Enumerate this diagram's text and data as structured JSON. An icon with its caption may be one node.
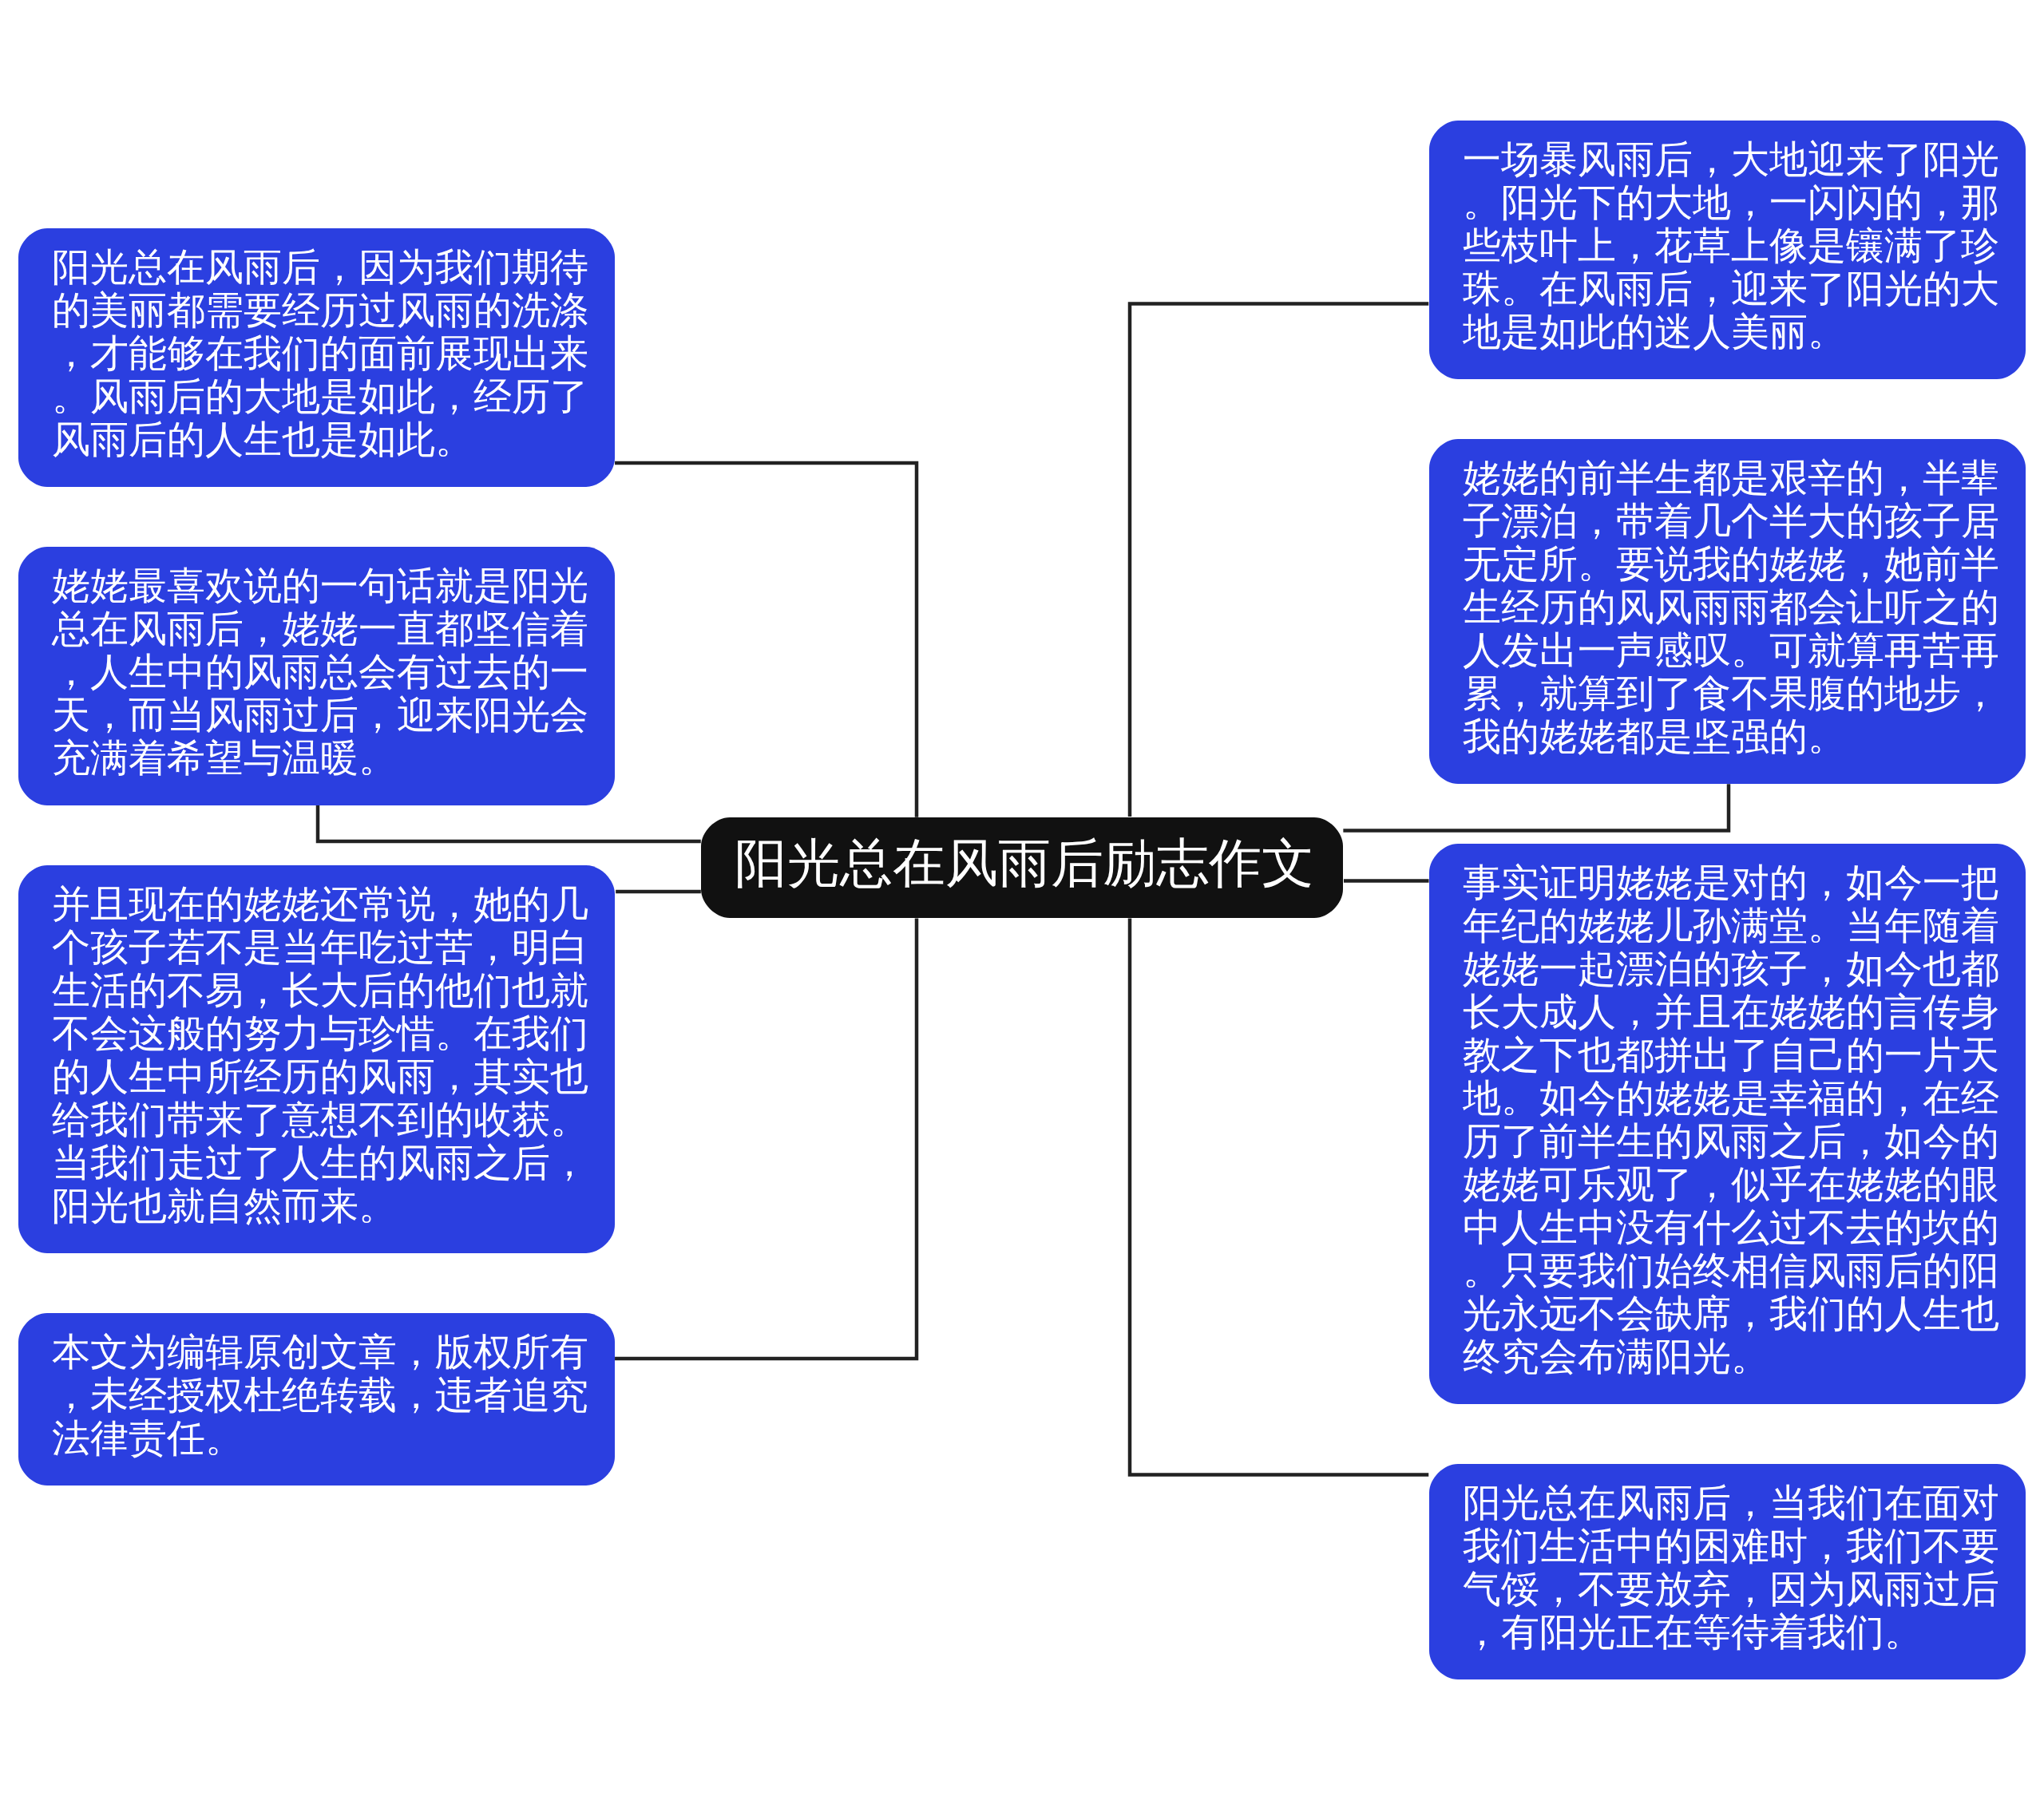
{
  "diagram": {
    "nodes": [
      {
        "text": [
          "阳光总在风雨后励志作文"
        ]
      },
      {
        "text": [
          "阳光总在风雨后，因为我们期待的美丽都需要经历过风雨的洗涤，才能够在我们的面前展现出来。风雨后的大地是如此，经历了风雨后的人生也是如此。"
        ]
      },
      {
        "text": [
          "姥姥最喜欢说的一句话就是阳光总在风雨后，姥姥一直都坚信着，人生中的风雨总会有过去的一天，而当风雨过后，迎来阳光会充满着希望与温暖。"
        ]
      },
      {
        "text": [
          "并且现在的姥姥还常说，她的几个孩子若不是当年吃过苦，明白生活的不易，长大后的他们也就不会这般的努力与珍惜。在我们的人生中所经历的风雨，其实也给我们带来了意想不到的收获。当我们走过了人生的风雨之后，阳光也就自然而来。"
        ]
      },
      {
        "text": [
          "本文为编辑原创文章，版权所有，未经授权杜绝转载，违者追究法律责任。"
        ]
      },
      {
        "text": [
          "一场暴风雨后，大地迎来了阳光。阳光下的大地，一闪闪的，那些枝叶上，花草上像是镶满了珍珠。在风雨后，迎来了阳光的大地是如此的迷人美丽。"
        ]
      },
      {
        "text": [
          "姥姥的前半生都是艰辛的，半辈子漂泊，带着几个半大的孩子居无定所。要说我的姥姥，她前半生经历的风风雨雨都会让听之的人发出一声感叹。可就算再苦再累，就算到了食不果腹的地步，我的姥姥都是坚强的。"
        ]
      },
      {
        "text": [
          "事实证明姥姥是对的，如今一把年纪的姥姥儿孙满堂。当年随着姥姥一起漂泊的孩子，如今也都长大成人，并且在姥姥的言传身教之下也都拼出了自己的一片天地。如今的姥姥是幸福的，在经历了前半生的风雨之后，如今的姥姥可乐观了，似乎在姥姥的眼中人生中没有什么过不去的坎的。只要我们始终相信风雨后的阳光永远不会缺席，我们的人生也终究会布满阳光。"
        ]
      },
      {
        "text": [
          "阳光总在风雨后，当我们在面对我们生活中的困难时，我们不要气馁，不要放弃，因为风雨过后，有阳光正在等待着我们。"
        ]
      }
    ],
    "edges": [
      {
        "from": 0,
        "to": 1,
        "arrow": "none"
      },
      {
        "from": 0,
        "to": 2,
        "arrow": "none"
      },
      {
        "from": 0,
        "to": 3,
        "arrow": "none"
      },
      {
        "from": 0,
        "to": 4,
        "arrow": "none"
      },
      {
        "from": 0,
        "to": 5,
        "arrow": "none"
      },
      {
        "from": 0,
        "to": 6,
        "arrow": "none"
      },
      {
        "from": 0,
        "to": 7,
        "arrow": "none"
      },
      {
        "from": 0,
        "to": 8,
        "arrow": "none"
      }
    ]
  }
}
